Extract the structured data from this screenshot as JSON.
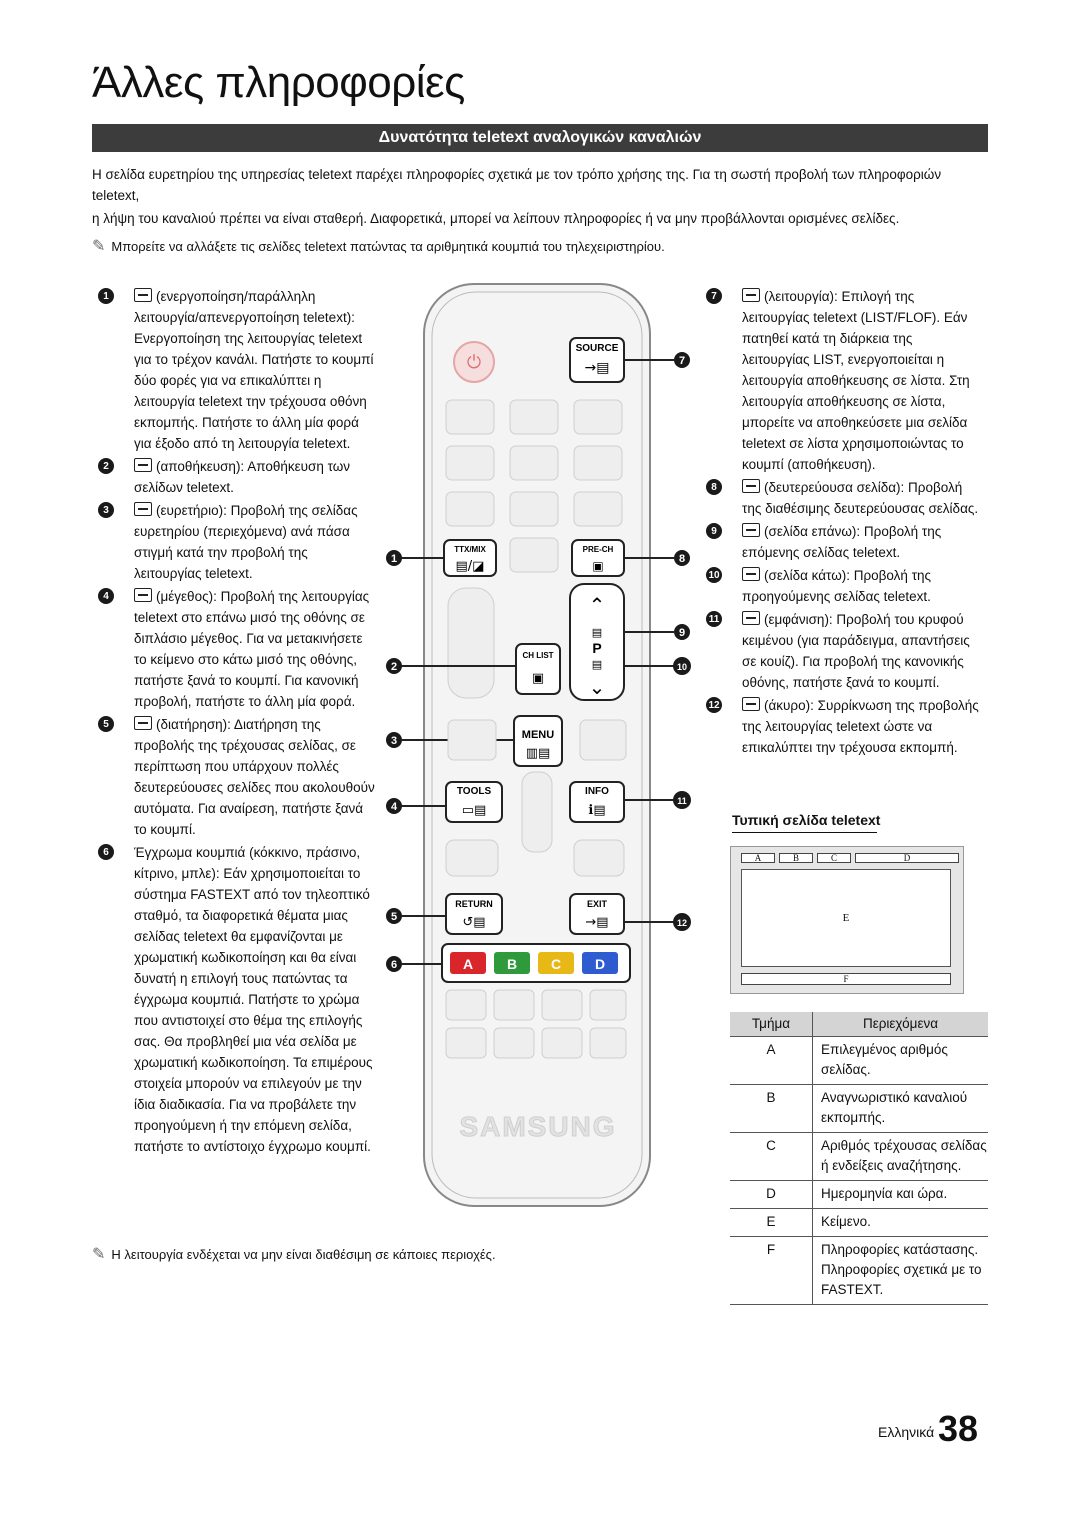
{
  "page_title": "Άλλες πληροφορίες",
  "section_title": "Δυνατότητα teletext αναλογικών καναλιών",
  "intro": [
    "Η σελίδα ευρετηρίου της υπηρεσίας teletext παρέχει πληροφορίες σχετικά με τον τρόπο χρήσης της. Για τη σωστή προβολή των πληροφοριών teletext,",
    "η λήψη του καναλιού πρέπει να είναι σταθερή. Διαφορετικά, μπορεί να λείπουν πληροφορίες ή να μην προβάλλονται ορισμένες σελίδες."
  ],
  "note_top": "Μπορείτε να αλλάξετε τις σελίδες teletext πατώντας τα αριθμητικά κουμπιά του τηλεχειριστηρίου.",
  "note_bottom": "Η λειτουργία ενδέχεται να μην είναι διαθέσιμη σε κάποιες περιοχές.",
  "left_items": [
    {
      "num": "1",
      "text": "(ενεργοποίηση/παράλληλη λειτουργία/απενεργοποίηση teletext): Ενεργοποίηση της λειτουργίας teletext για το τρέχον κανάλι. Πατήστε το κουμπί δύο φορές για να επικαλύπτει η λειτουργία teletext την τρέχουσα οθόνη εκπομπής. Πατήστε το άλλη μία φορά για έξοδο από τη λειτουργία teletext."
    },
    {
      "num": "2",
      "text": "(αποθήκευση): Αποθήκευση των σελίδων teletext."
    },
    {
      "num": "3",
      "text": "(ευρετήριο): Προβολή της σελίδας ευρετηρίου (περιεχόμενα) ανά πάσα στιγμή κατά την προβολή της λειτουργίας teletext."
    },
    {
      "num": "4",
      "text": "(μέγεθος): Προβολή της λειτουργίας teletext στο επάνω μισό της οθόνης σε διπλάσιο μέγεθος. Για να μετακινήσετε το κείμενο στο κάτω μισό της οθόνης, πατήστε ξανά το κουμπί. Για κανονική προβολή, πατήστε το άλλη μία φορά."
    },
    {
      "num": "5",
      "text": "(διατήρηση): Διατήρηση της προβολής της τρέχουσας σελίδας, σε περίπτωση που υπάρχουν πολλές δευτερεύουσες σελίδες που ακολουθούν αυτόματα. Για αναίρεση, πατήστε ξανά το κουμπί."
    },
    {
      "num": "6",
      "text": "Έγχρωμα κουμπιά (κόκκινο, πράσινο, κίτρινο, μπλε): Εάν χρησιμοποιείται το σύστημα FASTEXT από τον τηλεοπτικό σταθμό, τα διαφορετικά θέματα μιας σελίδας teletext θα εμφανίζονται με χρωματική κωδικοποίηση και θα είναι δυνατή η επιλογή τους πατώντας τα έγχρωμα κουμπιά. Πατήστε το χρώμα που αντιστοιχεί στο θέμα της επιλογής σας. Θα προβληθεί μια νέα σελίδα με χρωματική κωδικοποίηση. Τα επιμέρους στοιχεία μπορούν να επιλεγούν με την ίδια διαδικασία. Για να προβάλετε την προηγούμενη ή την επόμενη σελίδα, πατήστε το αντίστοιχο έγχρωμο κουμπί."
    }
  ],
  "right_items": [
    {
      "num": "7",
      "text": "(λειτουργία): Επιλογή της λειτουργίας teletext (LIST/FLOF). Εάν πατηθεί κατά τη διάρκεια της λειτουργίας LIST, ενεργοποιείται η λειτουργία αποθήκευσης σε λίστα. Στη λειτουργία αποθήκευσης σε λίστα, μπορείτε να αποθηκεύσετε μια σελίδα teletext σε λίστα χρησιμοποιώντας το κουμπί (αποθήκευση)."
    },
    {
      "num": "8",
      "text": "(δευτερεύουσα σελίδα): Προβολή της διαθέσιμης δευτερεύουσας σελίδας."
    },
    {
      "num": "9",
      "text": "(σελίδα επάνω): Προβολή της επόμενης σελίδας teletext."
    },
    {
      "num": "10",
      "text": "(σελίδα κάτω): Προβολή της προηγούμενης σελίδας teletext."
    },
    {
      "num": "11",
      "text": "(εμφάνιση): Προβολή του κρυφού κειμένου (για παράδειγμα, απαντήσεις σε κουίζ). Για προβολή της κανονικής οθόνης, πατήστε ξανά το κουμπί."
    },
    {
      "num": "12",
      "text": "(άκυρο): Συρρίκνωση της προβολής της λειτουργίας teletext ώστε να επικαλύπτει την τρέχουσα εκπομπή."
    }
  ],
  "remote": {
    "source": "SOURCE",
    "ttx_mix": "TTX/MIX",
    "pre_ch": "PRE-CH",
    "ch_list": "CH LIST",
    "p": "P",
    "menu": "MENU",
    "tools": "TOOLS",
    "info": "INFO",
    "return": "RETURN",
    "exit": "EXIT",
    "color_a": "A",
    "color_b": "B",
    "color_c": "C",
    "color_d": "D",
    "brand": "SAMSUNG",
    "colors": {
      "red": "#d9262b",
      "green": "#2e9a3c",
      "yellow": "#e8b817",
      "blue": "#2f5bd1"
    }
  },
  "callouts": {
    "c1": "1",
    "c2": "2",
    "c3": "3",
    "c4": "4",
    "c5": "5",
    "c6": "6",
    "c7": "7",
    "c8": "8",
    "c9": "9",
    "c10": "10",
    "c11": "11",
    "c12": "12"
  },
  "typical_page_heading": "Τυπική σελίδα teletext",
  "diagram_labels": {
    "a": "A",
    "b": "B",
    "c": "C",
    "d": "D",
    "e": "E",
    "f": "F"
  },
  "table": {
    "col_part": "Τμήμα",
    "col_content": "Περιεχόμενα",
    "rows": [
      {
        "k": "A",
        "v": "Επιλεγμένος αριθμός σελίδας."
      },
      {
        "k": "B",
        "v": "Αναγνωριστικό καναλιού εκπομπής."
      },
      {
        "k": "C",
        "v": "Αριθμός τρέχουσας σελίδας ή ενδείξεις αναζήτησης."
      },
      {
        "k": "D",
        "v": "Ημερομηνία και ώρα."
      },
      {
        "k": "E",
        "v": "Κείμενο."
      },
      {
        "k": "F",
        "v": "Πληροφορίες κατάστασης. Πληροφορίες σχετικά με το FASTEXT."
      }
    ]
  },
  "footer": {
    "language": "Ελληνικά",
    "page": "38"
  }
}
